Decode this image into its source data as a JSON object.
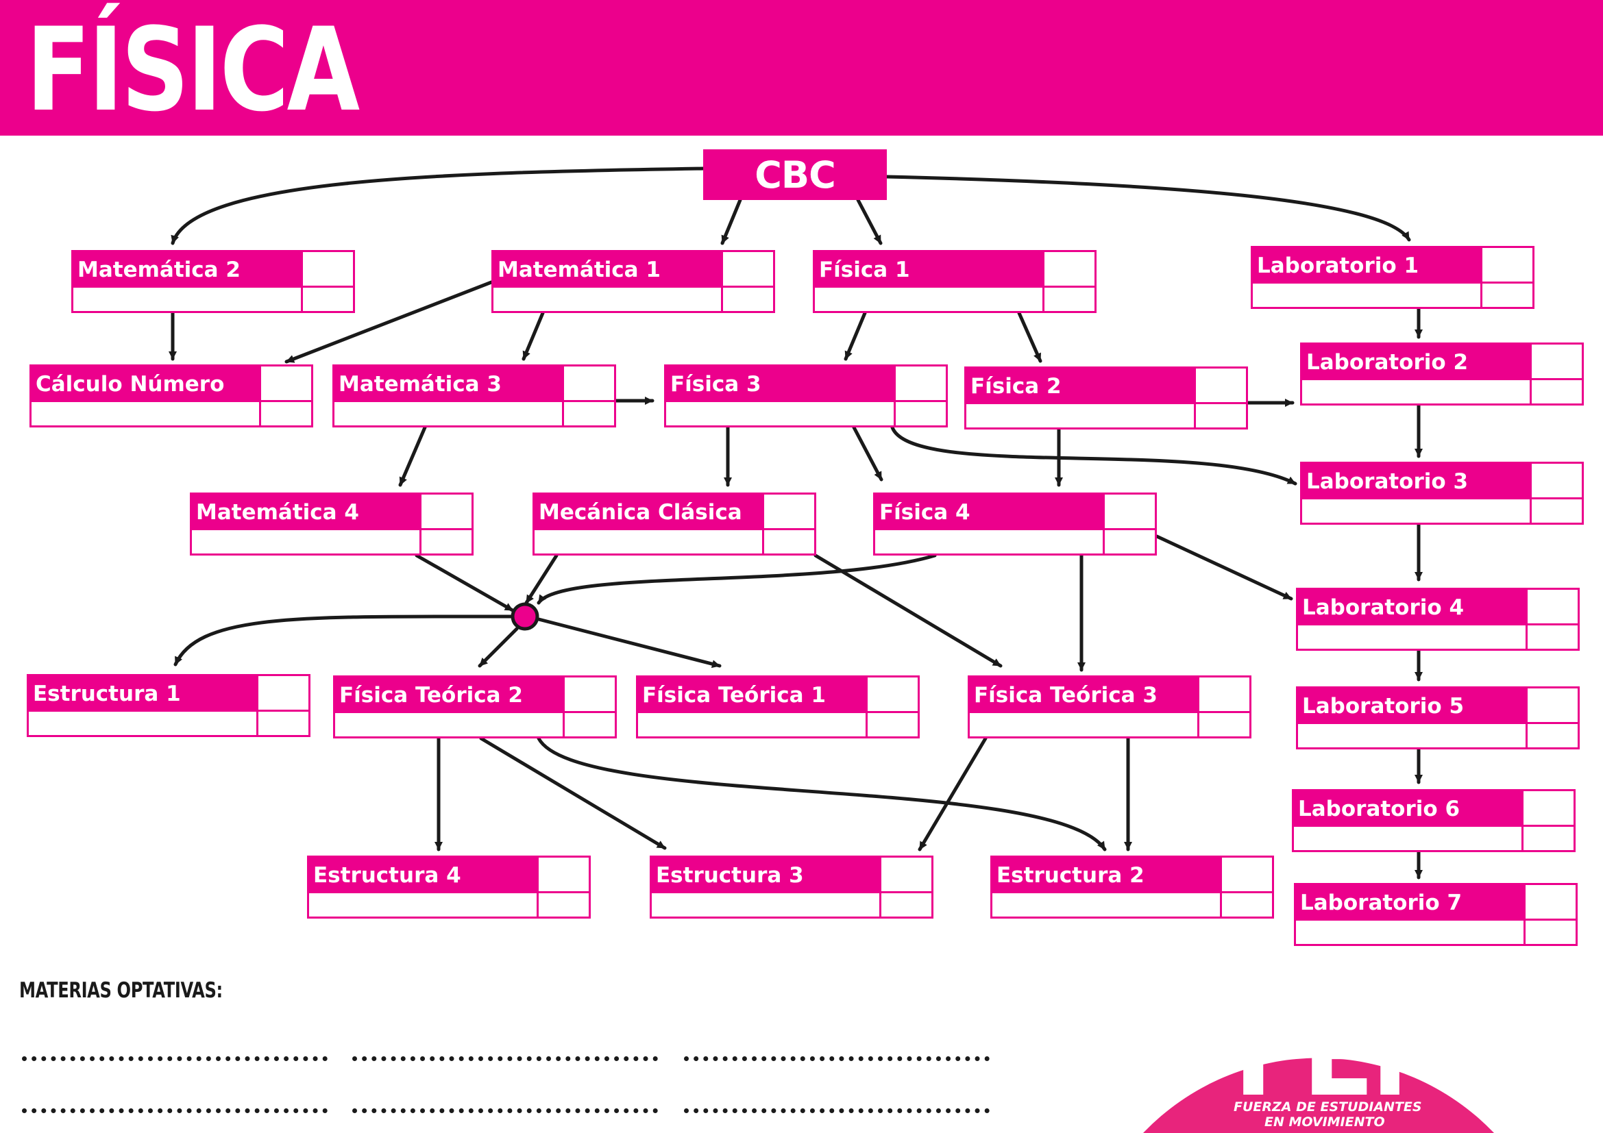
{
  "title": "FÍSICA",
  "root": "CBC",
  "colors": {
    "accent": "#ec008c",
    "logo": "#e8247c",
    "arrow": "#1a1a1a"
  },
  "nodes": [
    {
      "id": "mat2",
      "label": "Matemática 2"
    },
    {
      "id": "mat1",
      "label": "Matemática 1"
    },
    {
      "id": "fis1",
      "label": "Física 1"
    },
    {
      "id": "lab1",
      "label": "Laboratorio 1"
    },
    {
      "id": "calcnum",
      "label": "Cálculo Número"
    },
    {
      "id": "mat3",
      "label": "Matemática 3"
    },
    {
      "id": "fis3",
      "label": "Física 3"
    },
    {
      "id": "fis2",
      "label": "Física 2"
    },
    {
      "id": "lab2",
      "label": "Laboratorio 2"
    },
    {
      "id": "mat4",
      "label": "Matemática 4"
    },
    {
      "id": "mecclas",
      "label": "Mecánica Clásica"
    },
    {
      "id": "fis4",
      "label": "Física 4"
    },
    {
      "id": "lab3",
      "label": "Laboratorio 3"
    },
    {
      "id": "lab4",
      "label": "Laboratorio 4"
    },
    {
      "id": "est1",
      "label": "Estructura 1"
    },
    {
      "id": "ft2",
      "label": "Física Teórica 2"
    },
    {
      "id": "ft1",
      "label": "Física Teórica 1"
    },
    {
      "id": "ft3",
      "label": "Física Teórica 3"
    },
    {
      "id": "lab5",
      "label": "Laboratorio 5"
    },
    {
      "id": "lab6",
      "label": "Laboratorio 6"
    },
    {
      "id": "est4",
      "label": "Estructura 4"
    },
    {
      "id": "est3",
      "label": "Estructura 3"
    },
    {
      "id": "est2",
      "label": "Estructura 2"
    },
    {
      "id": "lab7",
      "label": "Laboratorio 7"
    }
  ],
  "edges": [
    [
      "cbc",
      "mat2"
    ],
    [
      "cbc",
      "mat1"
    ],
    [
      "cbc",
      "fis1"
    ],
    [
      "cbc",
      "lab1"
    ],
    [
      "mat2",
      "calcnum"
    ],
    [
      "mat1",
      "calcnum"
    ],
    [
      "mat1",
      "mat3"
    ],
    [
      "fis1",
      "fis3"
    ],
    [
      "fis1",
      "fis2"
    ],
    [
      "mat3",
      "fis3"
    ],
    [
      "fis2",
      "lab2"
    ],
    [
      "lab1",
      "lab2"
    ],
    [
      "lab2",
      "lab3"
    ],
    [
      "fis3",
      "lab3"
    ],
    [
      "mat3",
      "mat4"
    ],
    [
      "fis3",
      "mecclas"
    ],
    [
      "fis3",
      "fis4"
    ],
    [
      "fis2",
      "fis4"
    ],
    [
      "lab3",
      "lab4"
    ],
    [
      "fis4",
      "lab4"
    ],
    [
      "mat4",
      "hub"
    ],
    [
      "mecclas",
      "hub"
    ],
    [
      "fis4",
      "hub"
    ],
    [
      "hub",
      "est1"
    ],
    [
      "hub",
      "ft2"
    ],
    [
      "hub",
      "ft1"
    ],
    [
      "mecclas",
      "ft3"
    ],
    [
      "fis4",
      "ft3"
    ],
    [
      "lab4",
      "lab5"
    ],
    [
      "lab5",
      "lab6"
    ],
    [
      "lab6",
      "lab7"
    ],
    [
      "ft2",
      "est4"
    ],
    [
      "ft2",
      "est3"
    ],
    [
      "ft3",
      "est3"
    ],
    [
      "ft2",
      "est2"
    ],
    [
      "ft3",
      "est2"
    ]
  ],
  "optativas": {
    "label": "MATERIAS OPTATIVAS:"
  },
  "logo": {
    "acronym": "FEM",
    "line1": "FUERZA DE ESTUDIANTES",
    "line2": "EN MOVIMIENTO"
  }
}
